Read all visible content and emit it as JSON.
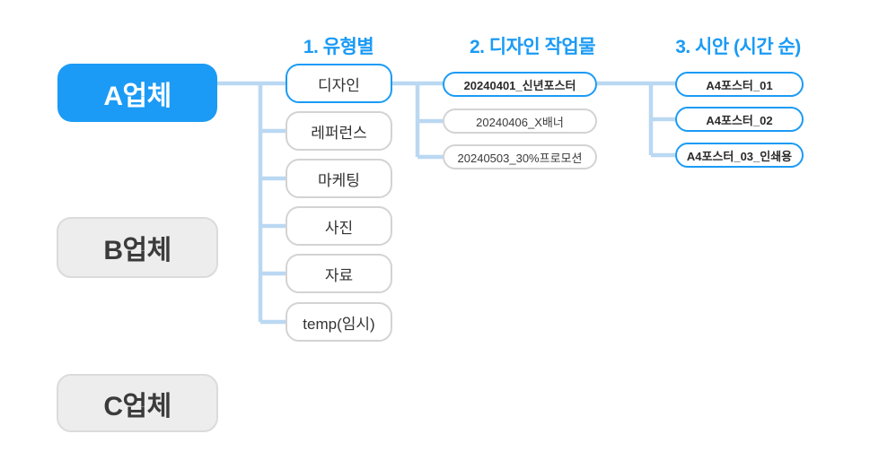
{
  "diagram_title": "folder-structure-tree",
  "colors": {
    "accent_blue": "#1B9BF5",
    "connector_light_blue": "#BAD8F2",
    "gray_border": "#D3D3D3",
    "company_gray_fill": "#EDEDED",
    "company_gray_border": "#DBDBDB",
    "dark_text": "#3B3B3B",
    "white": "#FFFFFF"
  },
  "companies": [
    {
      "label": "A업체",
      "state": "active"
    },
    {
      "label": "B업체",
      "state": "idle"
    },
    {
      "label": "C업체",
      "state": "idle"
    }
  ],
  "columns": [
    {
      "header": "1. 유형별",
      "items": [
        {
          "label": "디자인",
          "highlighted": true
        },
        {
          "label": "레퍼런스",
          "highlighted": false
        },
        {
          "label": "마케팅",
          "highlighted": false
        },
        {
          "label": "사진",
          "highlighted": false
        },
        {
          "label": "자료",
          "highlighted": false
        },
        {
          "label": "temp(임시)",
          "highlighted": false
        }
      ]
    },
    {
      "header": "2. 디자인 작업물",
      "items": [
        {
          "label": "20240401_신년포스터",
          "highlighted": true
        },
        {
          "label": "20240406_X배너",
          "highlighted": false
        },
        {
          "label": "20240503_30%프로모션",
          "highlighted": false
        }
      ]
    },
    {
      "header": "3. 시안 (시간 순)",
      "items": [
        {
          "label": "A4포스터_01",
          "highlighted": true
        },
        {
          "label": "A4포스터_02",
          "highlighted": true
        },
        {
          "label": "A4포스터_03_인쇄용",
          "highlighted": true
        }
      ]
    }
  ]
}
